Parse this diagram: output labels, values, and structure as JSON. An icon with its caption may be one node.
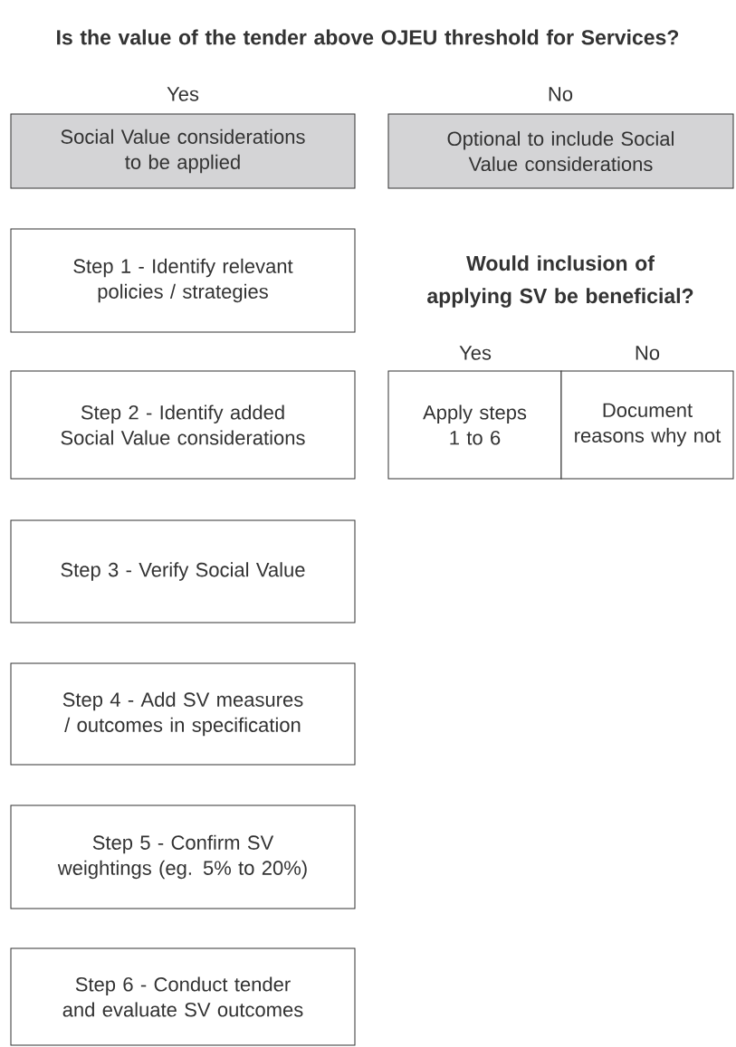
{
  "diagram": {
    "title": "Is the value of the tender above OJEU threshold for Services?",
    "nodes": [
      {
        "text": [
          "Social Value considerations to be applied"
        ]
      },
      {
        "text": [
          "Optional to include Social Value considerations"
        ]
      },
      {
        "text": [
          "Step 1 - Identify relevant policies / strategies"
        ]
      },
      {
        "text": [
          "Apply steps 1 to 6"
        ]
      },
      {
        "text": [
          "Document reasons why not"
        ]
      },
      {
        "text": [
          "Step 2 - Identify added Social Value considerations"
        ]
      },
      {
        "text": [
          "Step 3 - Verify Social Value"
        ]
      },
      {
        "text": [
          "Step 4 - Add SV measures / outcomes in specification"
        ]
      },
      {
        "text": [
          "Step 5 - Confirm SV weightings (eg. 5% to 20%)"
        ]
      },
      {
        "text": [
          "Step 6 - Conduct tender and evaluate SV outcomes"
        ]
      }
    ],
    "labels": [
      "Yes",
      "No",
      "Would inclusion of applying SV be beneficial?",
      "Yes",
      "No"
    ]
  }
}
